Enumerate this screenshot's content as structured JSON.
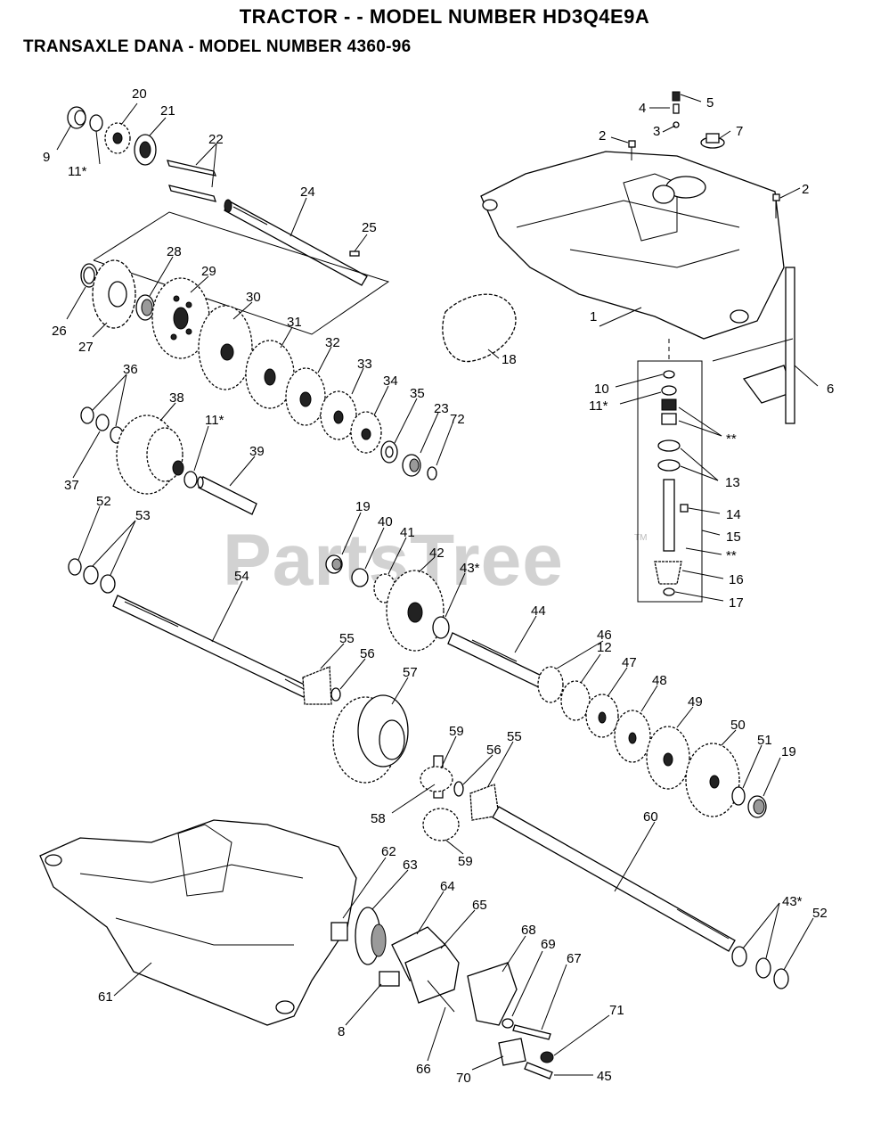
{
  "header": {
    "title": "TRACTOR - - MODEL NUMBER HD3Q4E9A",
    "subtitle": "TRANSAXLE DANA - MODEL NUMBER 4360-96"
  },
  "watermark": {
    "text": "PartsTree",
    "tm": "TM"
  },
  "part_labels": [
    "1",
    "2",
    "2",
    "3",
    "4",
    "5",
    "6",
    "7",
    "8",
    "9",
    "10",
    "11*",
    "11*",
    "11*",
    "12",
    "13",
    "14",
    "15",
    "16",
    "17",
    "18",
    "19",
    "19",
    "20",
    "21",
    "22",
    "23",
    "24",
    "25",
    "26",
    "27",
    "28",
    "29",
    "30",
    "31",
    "32",
    "33",
    "34",
    "35",
    "36",
    "37",
    "38",
    "39",
    "40",
    "41",
    "42",
    "43*",
    "43*",
    "44",
    "45",
    "46",
    "47",
    "48",
    "49",
    "50",
    "51",
    "52",
    "52",
    "53",
    "54",
    "55",
    "55",
    "56",
    "56",
    "57",
    "58",
    "59",
    "59",
    "60",
    "61",
    "62",
    "63",
    "64",
    "65",
    "66",
    "67",
    "68",
    "69",
    "70",
    "71",
    "72",
    "**",
    "**"
  ]
}
